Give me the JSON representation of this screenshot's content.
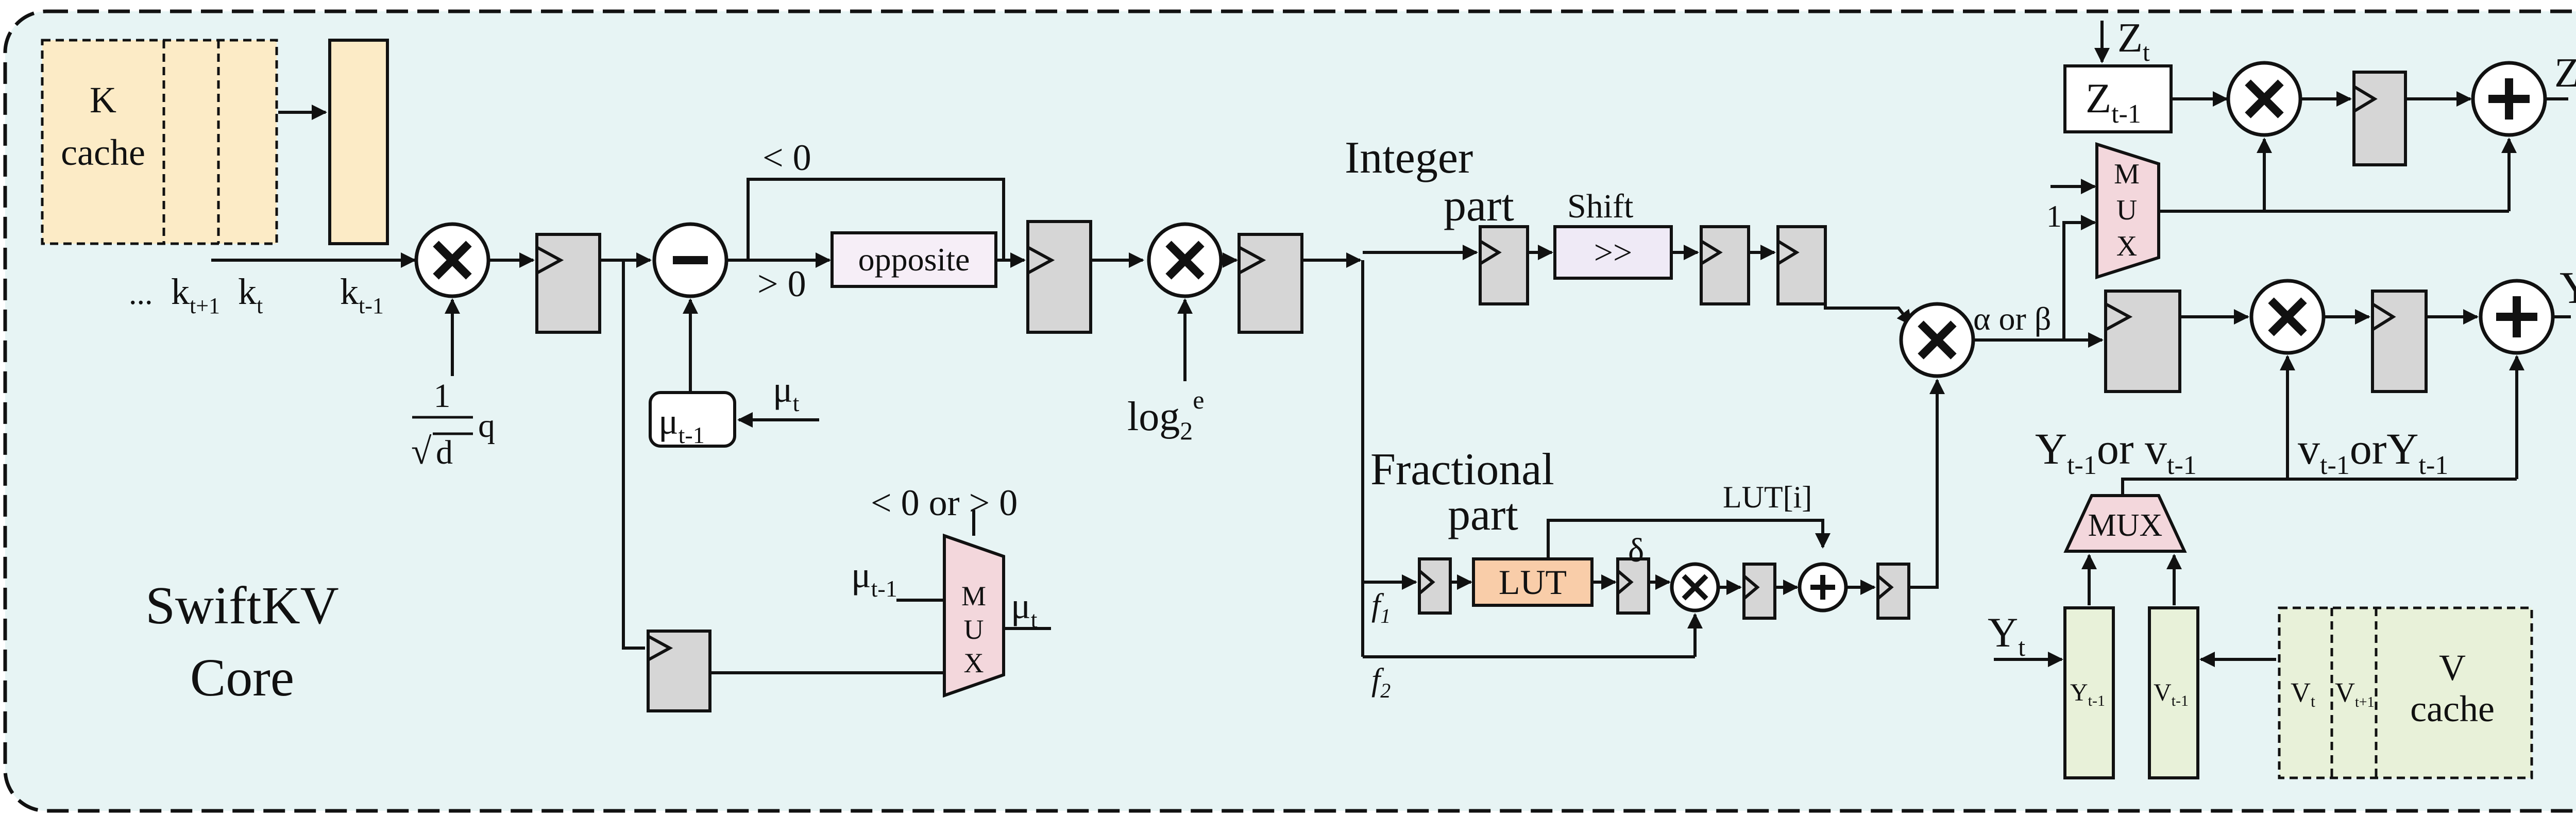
{
  "colors": {
    "background": "#e7f4f4",
    "cache_k": "#fcebc6",
    "cache_v": "#e8f1d9",
    "reg": "#d6d6d6",
    "opposite_box": "#f6eef7",
    "shift_box": "#efeaf6",
    "lut_box": "#f9cda9",
    "mux_fill": "#f3d7dc"
  },
  "core": {
    "title_line1": "SwiftKV",
    "title_line2": "Core"
  },
  "kcache": {
    "label_line1": "K",
    "label_line2": "cache",
    "dots": "...",
    "k_base": "k",
    "k_t1_sub": "t+1",
    "k_t_sub": "t",
    "k_tm1_sub": "t-1"
  },
  "scale": {
    "numerator": "1",
    "sqrt": "√",
    "d": "d",
    "q": "q"
  },
  "mu": {
    "base": "μ",
    "sub_t": "t",
    "sub_tm1": "t-1"
  },
  "compare": {
    "lt0": "< 0",
    "gt0": "> 0",
    "lt_or_gt": "< 0 or > 0"
  },
  "opposite": "opposite",
  "log2": {
    "base": "log",
    "sub": "2",
    "sup": "e"
  },
  "integer": {
    "line1": "Integer",
    "line2": "part"
  },
  "shift": {
    "label": "Shift",
    "op": ">>"
  },
  "fractional": {
    "line1": "Fractional",
    "line2": "part"
  },
  "lut": {
    "label": "LUT",
    "out": "LUT[i]",
    "delta": "δ",
    "f1": "f",
    "f1_sub": "1",
    "f2": "f",
    "f2_sub": "2"
  },
  "mux": {
    "m": "M",
    "u": "U",
    "x": "X",
    "word": "MUX",
    "one": "1"
  },
  "alpha_beta": "α or β",
  "z": {
    "base": "Z",
    "sub_t": "t",
    "sub_tm1": "t-1"
  },
  "y": {
    "base": "Y",
    "sub_t": "t",
    "sub_tm1": "t-1"
  },
  "v": {
    "base": "v",
    "upper": "V",
    "sub_t": "t",
    "sub_tm1": "t-1",
    "sub_t1": "t+1"
  },
  "or": "or",
  "vcache": {
    "label_line1": "V",
    "label_line2": "cache"
  }
}
